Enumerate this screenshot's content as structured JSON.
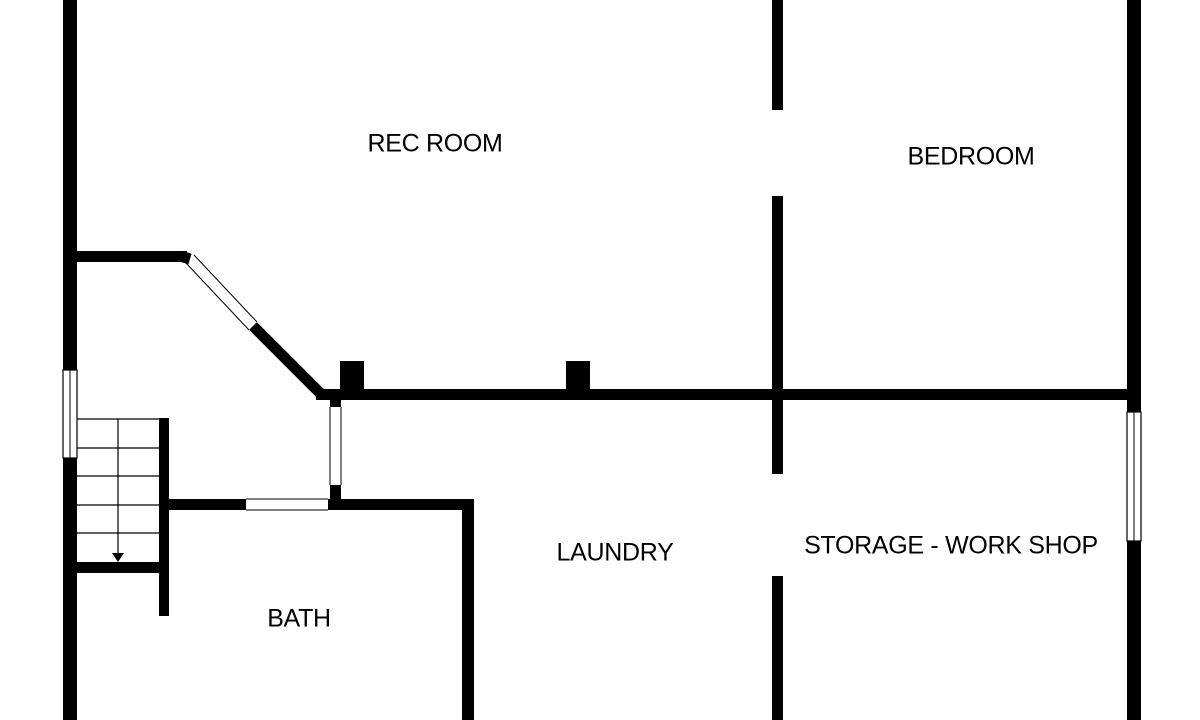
{
  "floor_plan": {
    "rooms": [
      {
        "id": "rec-room",
        "label": "REC ROOM"
      },
      {
        "id": "bedroom",
        "label": "BEDROOM"
      },
      {
        "id": "laundry",
        "label": "LAUNDRY"
      },
      {
        "id": "storage-work-shop",
        "label": "STORAGE - WORK SHOP"
      },
      {
        "id": "bath",
        "label": "BATH"
      }
    ],
    "colors": {
      "wall": "#000000",
      "background": "#ffffff"
    }
  }
}
